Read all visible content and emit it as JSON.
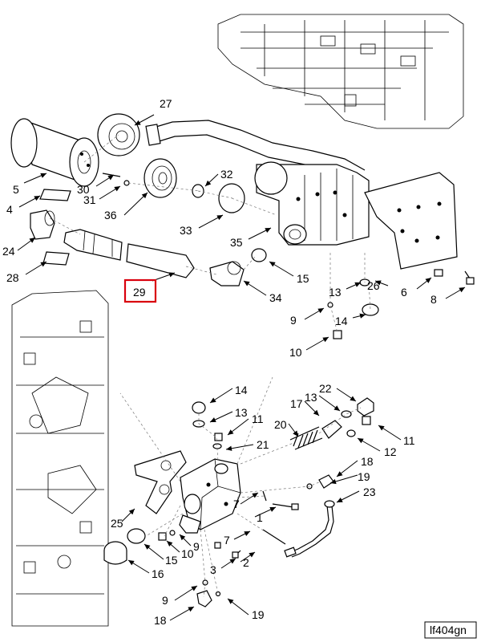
{
  "figure": {
    "reference_code": "lf404gn",
    "highlighted_callout": "29"
  },
  "callouts": [
    {
      "id": "c27a",
      "text": "27"
    },
    {
      "id": "c5",
      "text": "5"
    },
    {
      "id": "c30",
      "text": "30"
    },
    {
      "id": "c32",
      "text": "32"
    },
    {
      "id": "c4",
      "text": "4"
    },
    {
      "id": "c31",
      "text": "31"
    },
    {
      "id": "c36",
      "text": "36"
    },
    {
      "id": "c24",
      "text": "24"
    },
    {
      "id": "c33",
      "text": "33"
    },
    {
      "id": "c35",
      "text": "35"
    },
    {
      "id": "c28",
      "text": "28"
    },
    {
      "id": "c15a",
      "text": "15"
    },
    {
      "id": "c26",
      "text": "26"
    },
    {
      "id": "c13a",
      "text": "13"
    },
    {
      "id": "c6",
      "text": "6"
    },
    {
      "id": "c29",
      "text": "29"
    },
    {
      "id": "c34",
      "text": "34"
    },
    {
      "id": "c8",
      "text": "8"
    },
    {
      "id": "c9a",
      "text": "9"
    },
    {
      "id": "c14a",
      "text": "14"
    },
    {
      "id": "c10a",
      "text": "10"
    },
    {
      "id": "c14b",
      "text": "14"
    },
    {
      "id": "c22",
      "text": "22"
    },
    {
      "id": "c13b",
      "text": "13"
    },
    {
      "id": "c17",
      "text": "17"
    },
    {
      "id": "c13c",
      "text": "13"
    },
    {
      "id": "c11a",
      "text": "11"
    },
    {
      "id": "c20",
      "text": "20"
    },
    {
      "id": "c12",
      "text": "12"
    },
    {
      "id": "c11b",
      "text": "11"
    },
    {
      "id": "c21",
      "text": "21"
    },
    {
      "id": "c18a",
      "text": "18"
    },
    {
      "id": "c19a",
      "text": "19"
    },
    {
      "id": "c23",
      "text": "23"
    },
    {
      "id": "c7a",
      "text": "7"
    },
    {
      "id": "c25",
      "text": "25"
    },
    {
      "id": "c1",
      "text": "1"
    },
    {
      "id": "c9b",
      "text": "9"
    },
    {
      "id": "c10b",
      "text": "10"
    },
    {
      "id": "c15b",
      "text": "15"
    },
    {
      "id": "c7b",
      "text": "7"
    },
    {
      "id": "c2",
      "text": "2"
    },
    {
      "id": "c3",
      "text": "3"
    },
    {
      "id": "c16",
      "text": "16"
    },
    {
      "id": "c9c",
      "text": "9"
    },
    {
      "id": "c18b",
      "text": "18"
    },
    {
      "id": "c19b",
      "text": "19"
    }
  ]
}
